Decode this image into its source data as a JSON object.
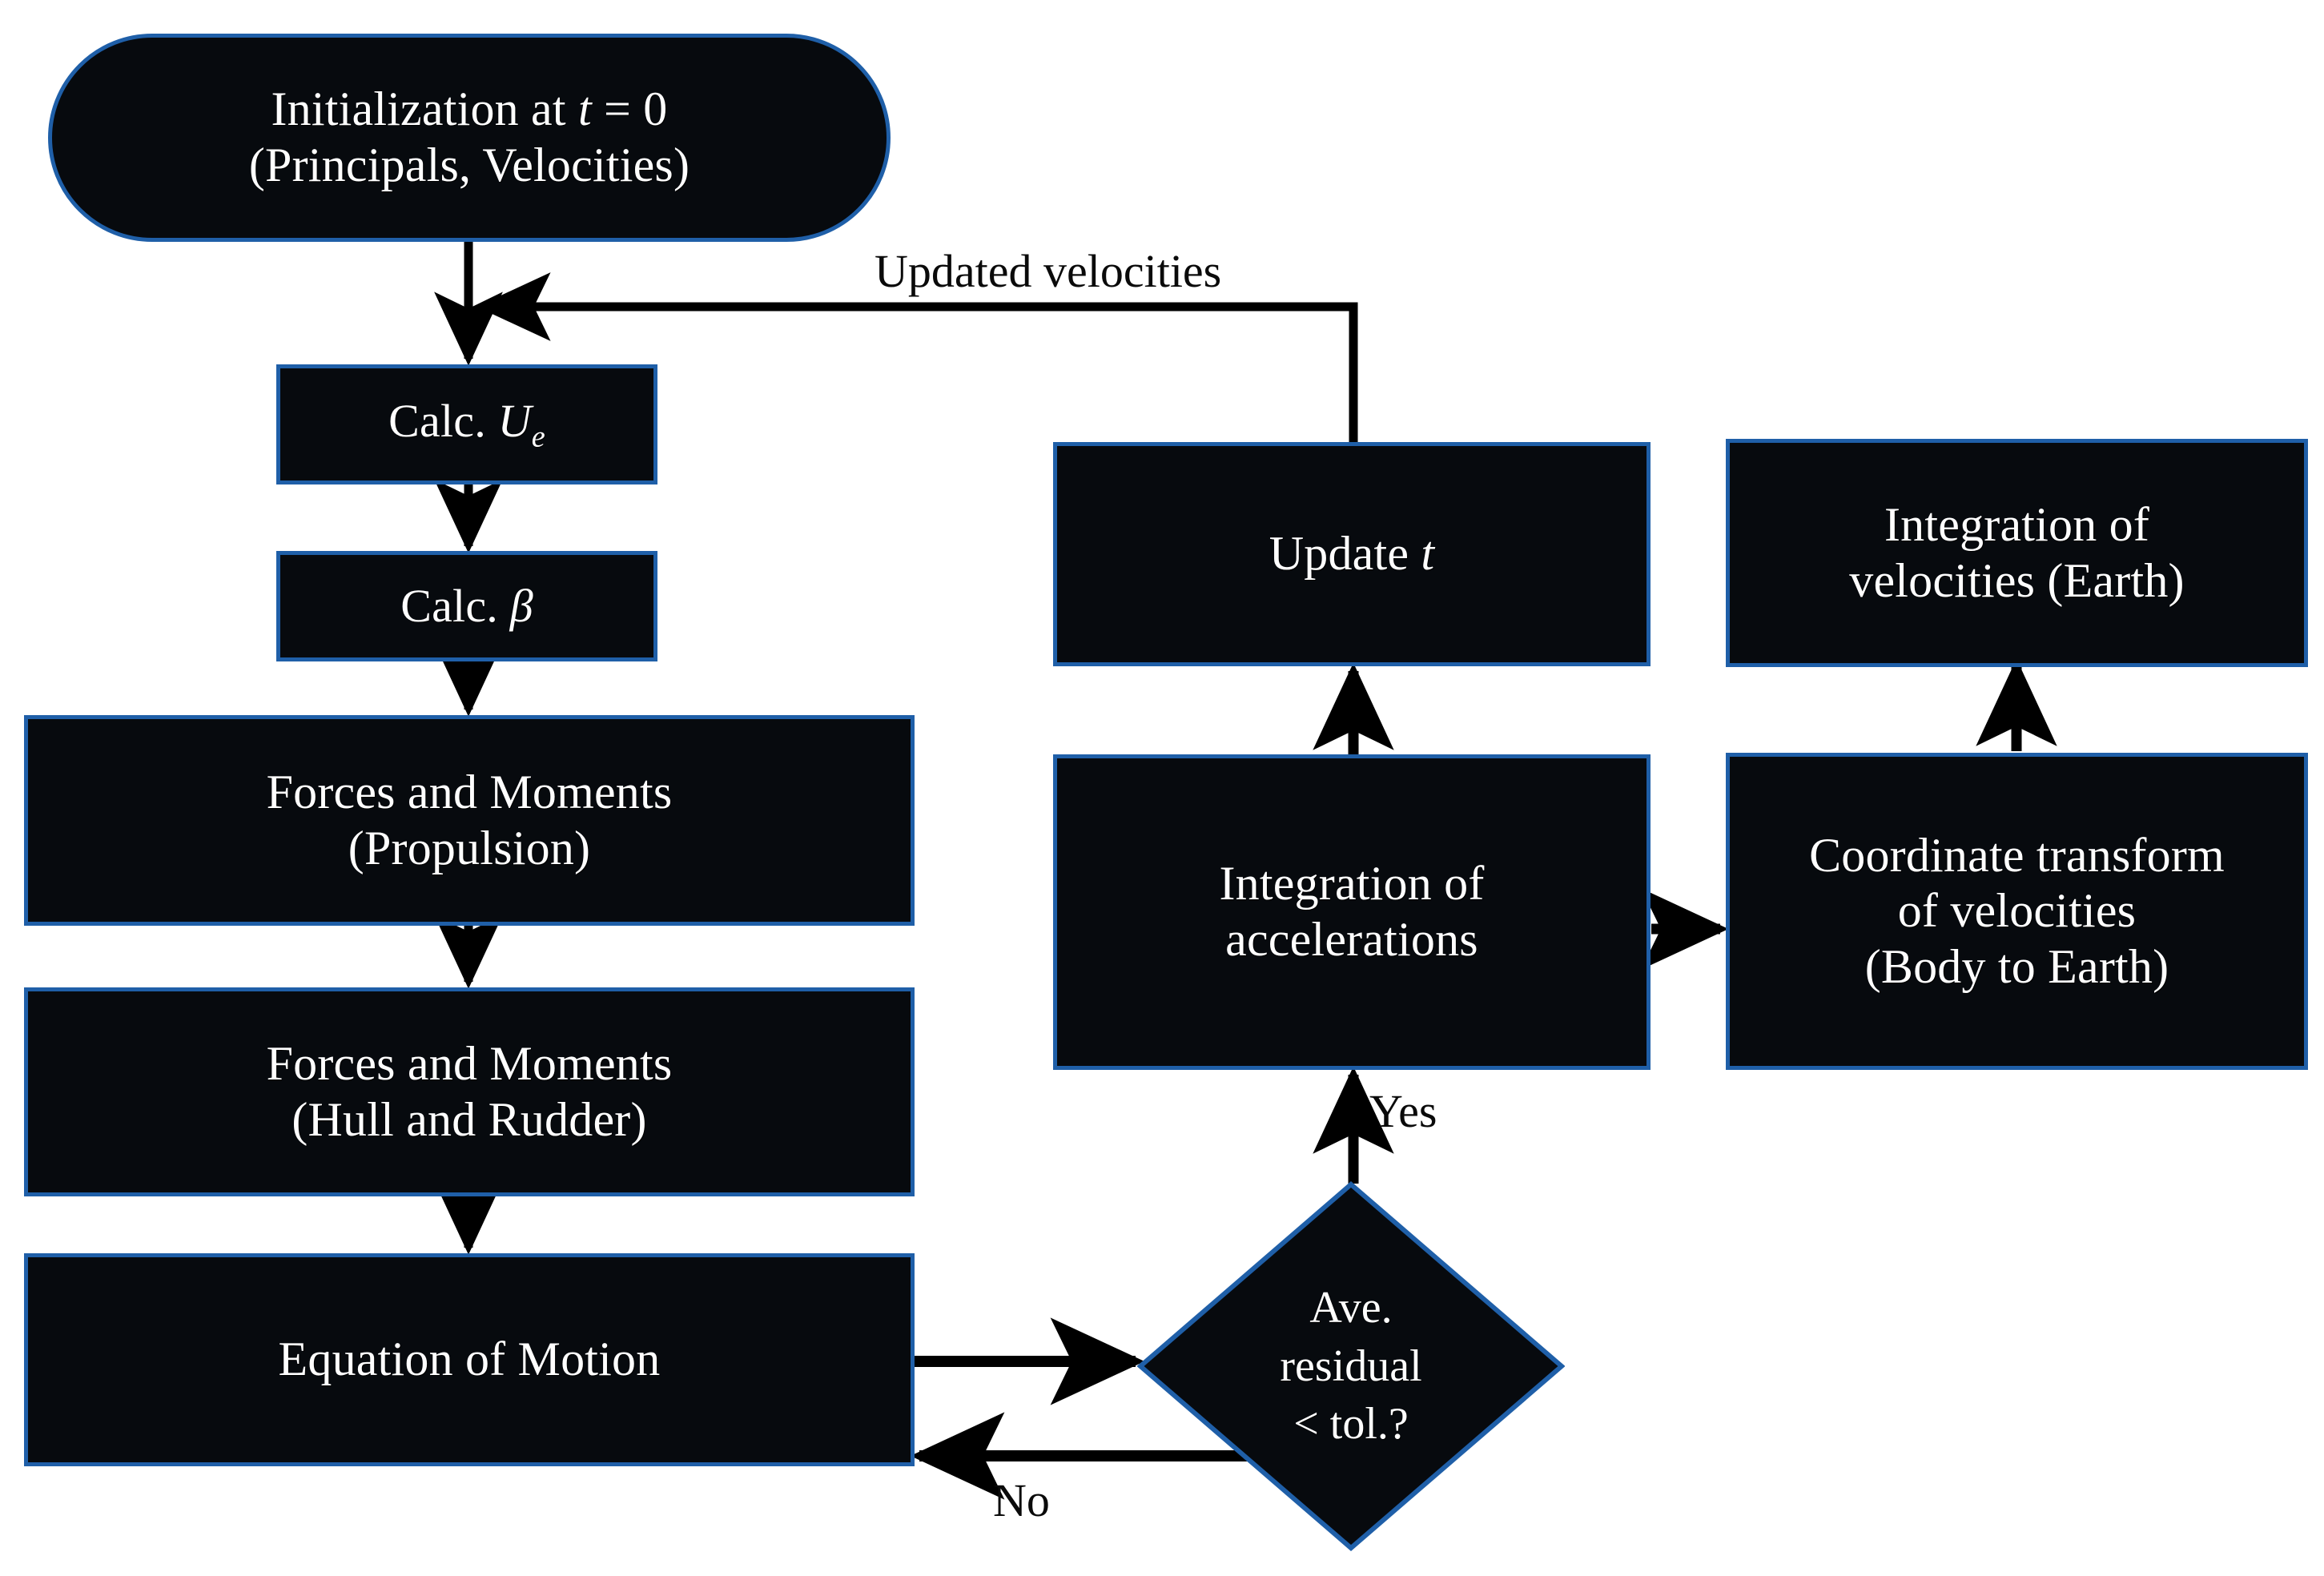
{
  "diagram": {
    "title": "Ship maneuvering simulation flowchart",
    "colors": {
      "node_fill": "#070a0e",
      "node_border": "#1f5fa8",
      "node_text": "#ffffff",
      "arrow": "#000000",
      "background": "#ffffff"
    },
    "nodes": [
      {
        "id": "initialization",
        "shape": "rounded-rectangle",
        "line1_prefix": "Initialization at ",
        "line1_var": "t",
        "line1_suffix": " = 0",
        "line2": "(Principals, Velocities)"
      },
      {
        "id": "calc-ue",
        "shape": "rectangle",
        "prefix": "Calc. ",
        "var": "U",
        "subscript": "e"
      },
      {
        "id": "calc-beta",
        "shape": "rectangle",
        "prefix": "Calc. ",
        "var": "β"
      },
      {
        "id": "forces-propulsion",
        "shape": "rectangle",
        "line1": "Forces and Moments",
        "line2": "(Propulsion)"
      },
      {
        "id": "forces-hull-rudder",
        "shape": "rectangle",
        "line1": "Forces and Moments",
        "line2": "(Hull and Rudder)"
      },
      {
        "id": "equation-of-motion",
        "shape": "rectangle",
        "line1": "Equation of Motion"
      },
      {
        "id": "update-t",
        "shape": "rectangle",
        "prefix": "Update ",
        "var": "t"
      },
      {
        "id": "integration-accelerations",
        "shape": "rectangle",
        "line1": "Integration of",
        "line2": "accelerations"
      },
      {
        "id": "integration-velocities-earth",
        "shape": "rectangle",
        "line1": "Integration of",
        "line2": "velocities (Earth)"
      },
      {
        "id": "coordinate-transform",
        "shape": "rectangle",
        "line1": "Coordinate transform",
        "line2": "of velocities",
        "line3": "(Body to Earth)"
      },
      {
        "id": "decision-residual",
        "shape": "diamond",
        "line1": "Ave.",
        "line2": "residual",
        "line3": "< tol.?"
      }
    ],
    "edge_labels": {
      "updated_velocities": "Updated velocities",
      "yes": "Yes",
      "no": "No"
    }
  }
}
